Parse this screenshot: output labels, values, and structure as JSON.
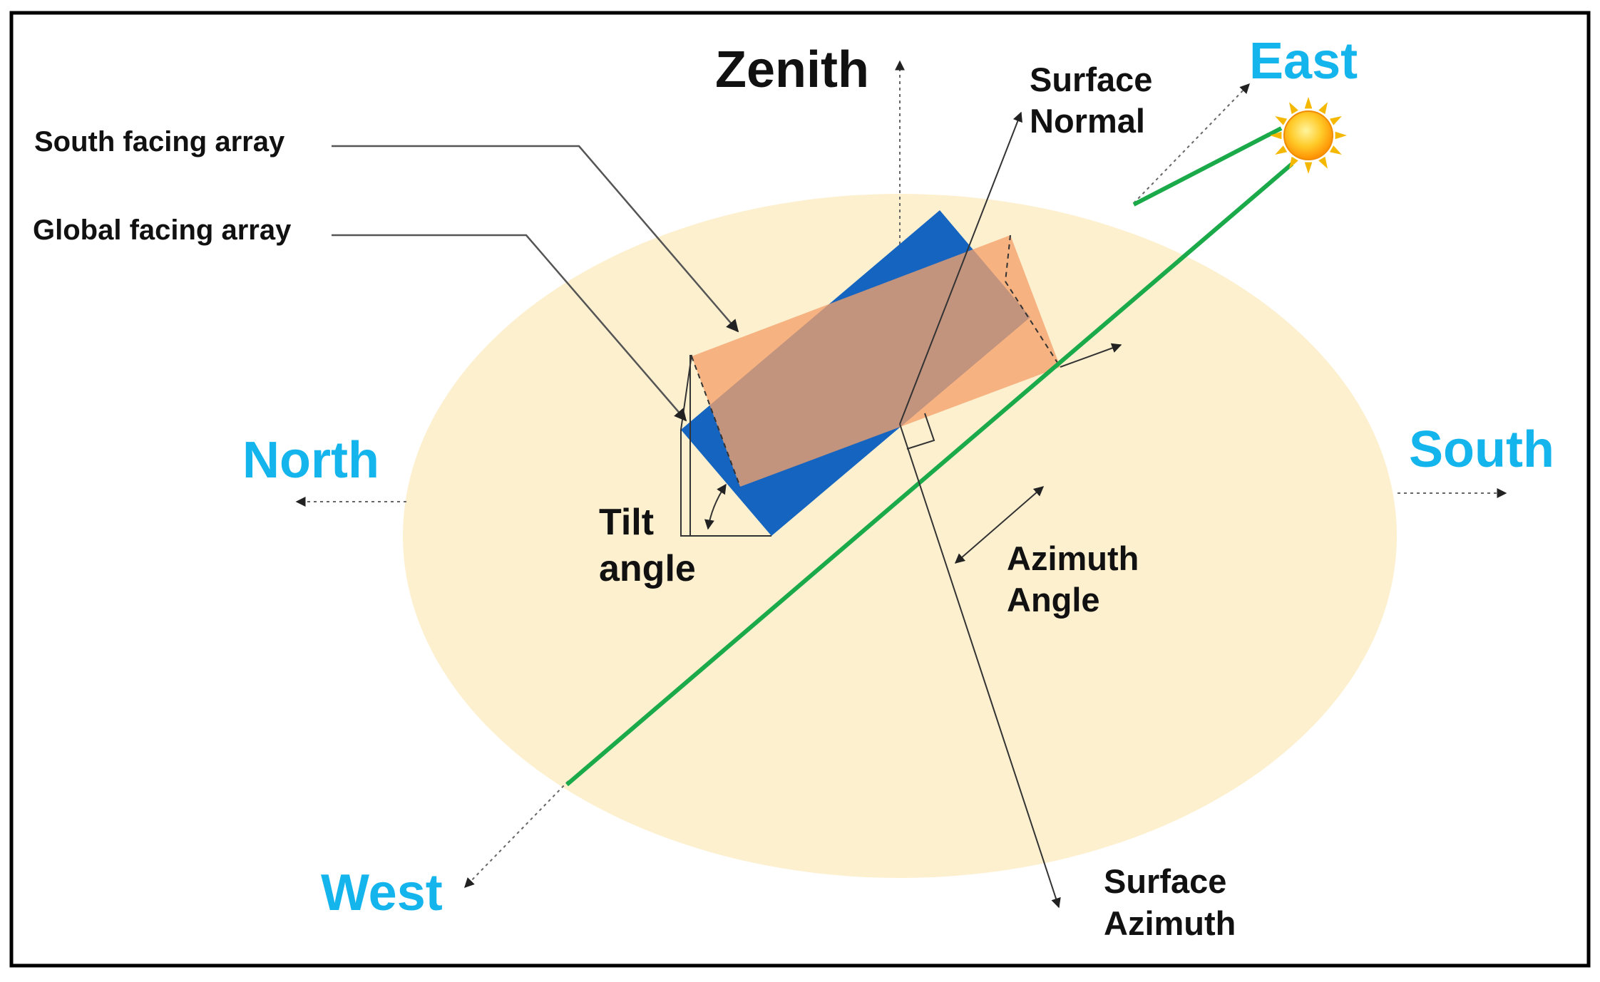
{
  "labels": {
    "zenith": "Zenith",
    "surface_normal_1": "Surface",
    "surface_normal_2": "Normal",
    "east": "East",
    "south_facing_array": "South facing array",
    "global_facing_array": "Global facing array",
    "north": "North",
    "south": "South",
    "tilt_angle_1": "Tilt",
    "tilt_angle_2": "angle",
    "azimuth_angle_1": "Azimuth",
    "azimuth_angle_2": "Angle",
    "west": "West",
    "surface_azimuth_1": "Surface",
    "surface_azimuth_2": "Azimuth"
  },
  "colors": {
    "ground": "#fdf0cf",
    "compass_label": "#14b4ec",
    "global_array": "#1565c0",
    "south_array": "#f4a06a",
    "sun_path": "#1aaa4a",
    "sun_core": "#ffb300",
    "sun_rays": "#f5b800"
  },
  "icons": {
    "sun": "sun-icon"
  }
}
